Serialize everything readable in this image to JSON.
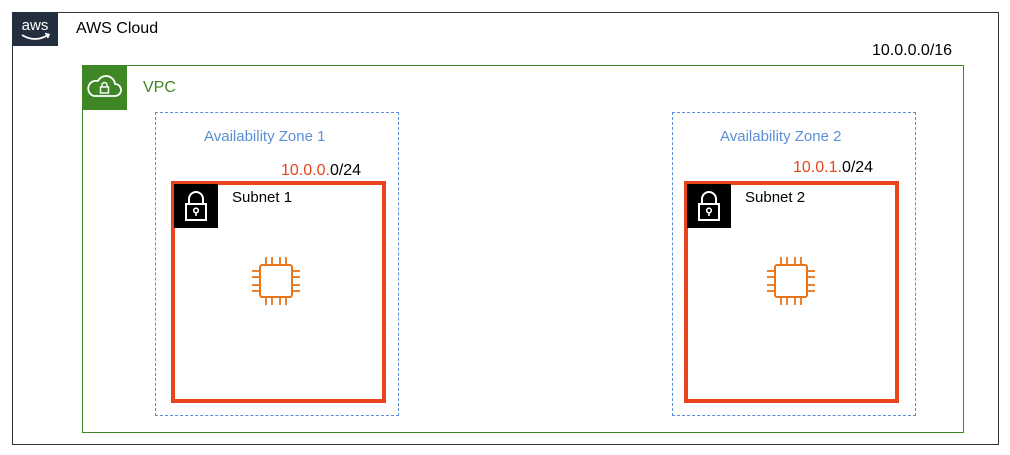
{
  "aws_cloud": {
    "logo_text": "aws",
    "title": "AWS Cloud",
    "cidr": "10.0.0.0/16"
  },
  "vpc": {
    "label": "VPC",
    "icon": "vpc-cloud-lock-icon"
  },
  "availability_zones": [
    {
      "label": "Availability Zone 1",
      "subnet": {
        "cidr_highlight": "10.0.0.",
        "cidr_rest": "0/24",
        "label": "Subnet 1",
        "lock_icon": "lock-icon",
        "instance_icon": "ec2-instance-icon"
      }
    },
    {
      "label": "Availability Zone 2",
      "subnet": {
        "cidr_highlight": "10.0.1.",
        "cidr_rest": "0/24",
        "label": "Subnet 2",
        "lock_icon": "lock-icon",
        "instance_icon": "ec2-instance-icon"
      }
    }
  ],
  "colors": {
    "vpc_green": "#3f8624",
    "az_blue": "#5a8fd6",
    "subnet_red": "#e8441e",
    "instance_orange": "#e8751a",
    "aws_logo_bg": "#232f3e"
  }
}
